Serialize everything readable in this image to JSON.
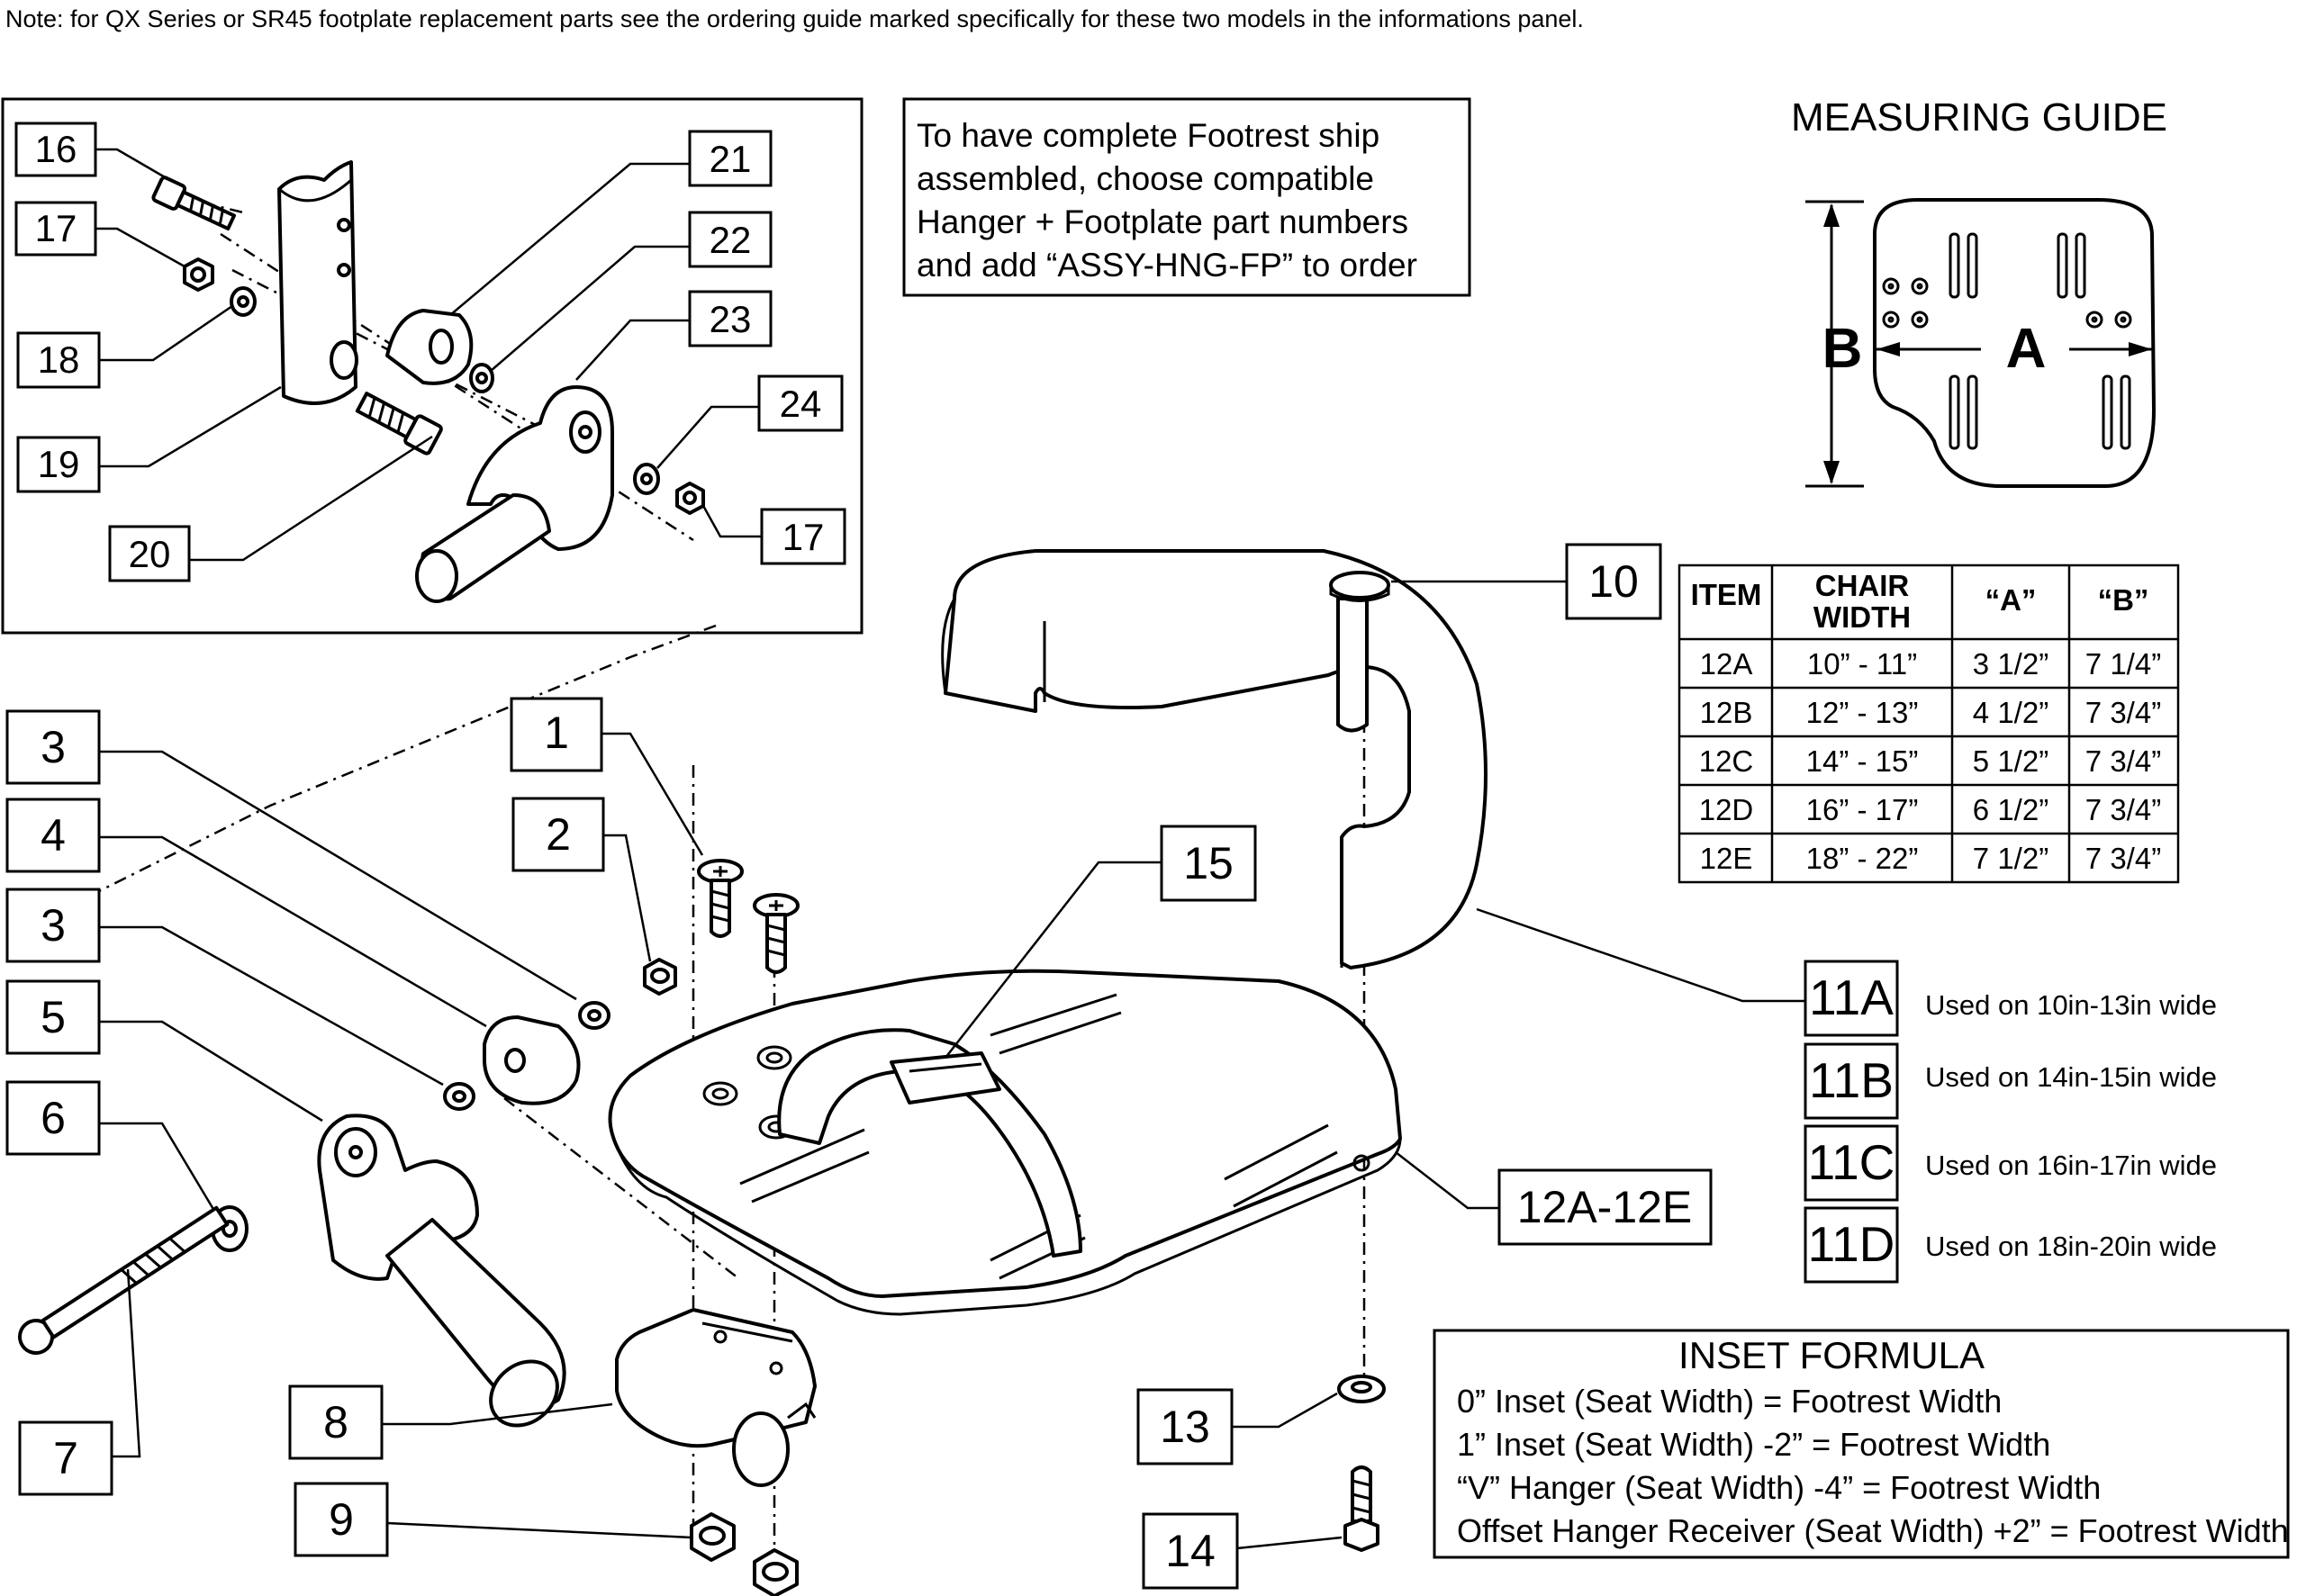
{
  "note": "Note: for QX Series or SR45 footplate replacement parts see the ordering guide marked specifically for these two models in the informations panel.",
  "assembly_note": [
    "To have complete Footrest ship",
    "assembled, choose compatible",
    "Hanger + Footplate part numbers",
    "and add “ASSY-HNG-FP” to order"
  ],
  "measuring_guide": {
    "title": "MEASURING GUIDE",
    "label_a": "A",
    "label_b": "B"
  },
  "callouts": {
    "c16": "16",
    "c17a": "17",
    "c18": "18",
    "c19": "19",
    "c20": "20",
    "c21": "21",
    "c22": "22",
    "c23": "23",
    "c24": "24",
    "c17b": "17",
    "c1": "1",
    "c2": "2",
    "c3a": "3",
    "c4": "4",
    "c3b": "3",
    "c5": "5",
    "c6": "6",
    "c7": "7",
    "c8": "8",
    "c9": "9",
    "c10": "10",
    "c15": "15",
    "c12": "12A-12E",
    "c13": "13",
    "c14": "14"
  },
  "size_table": {
    "headers": [
      "ITEM",
      "CHAIR",
      "WIDTH",
      "“A”",
      "“B”"
    ],
    "rows": [
      [
        "12A",
        "10” - 11”",
        "3 1/2”",
        "7 1/4”"
      ],
      [
        "12B",
        "12” - 13”",
        "4 1/2”",
        "7 3/4”"
      ],
      [
        "12C",
        "14” - 15”",
        "5 1/2”",
        "7 3/4”"
      ],
      [
        "12D",
        "16” - 17”",
        "6 1/2”",
        "7 3/4”"
      ],
      [
        "12E",
        "18” - 22”",
        "7 1/2”",
        "7 3/4”"
      ]
    ]
  },
  "strap_options": [
    {
      "id": "11A",
      "desc": "Used on 10in-13in wide"
    },
    {
      "id": "11B",
      "desc": "Used on 14in-15in wide"
    },
    {
      "id": "11C",
      "desc": "Used on 16in-17in wide"
    },
    {
      "id": "11D",
      "desc": "Used on 18in-20in wide"
    }
  ],
  "inset_formula": {
    "title": "INSET FORMULA",
    "lines": [
      "0” Inset (Seat Width) = Footrest Width",
      "1” Inset (Seat Width) -2” = Footrest Width",
      "“V” Hanger (Seat Width) -4” = Footrest Width",
      "Offset Hanger Receiver (Seat Width) +2” = Footrest Width"
    ]
  }
}
